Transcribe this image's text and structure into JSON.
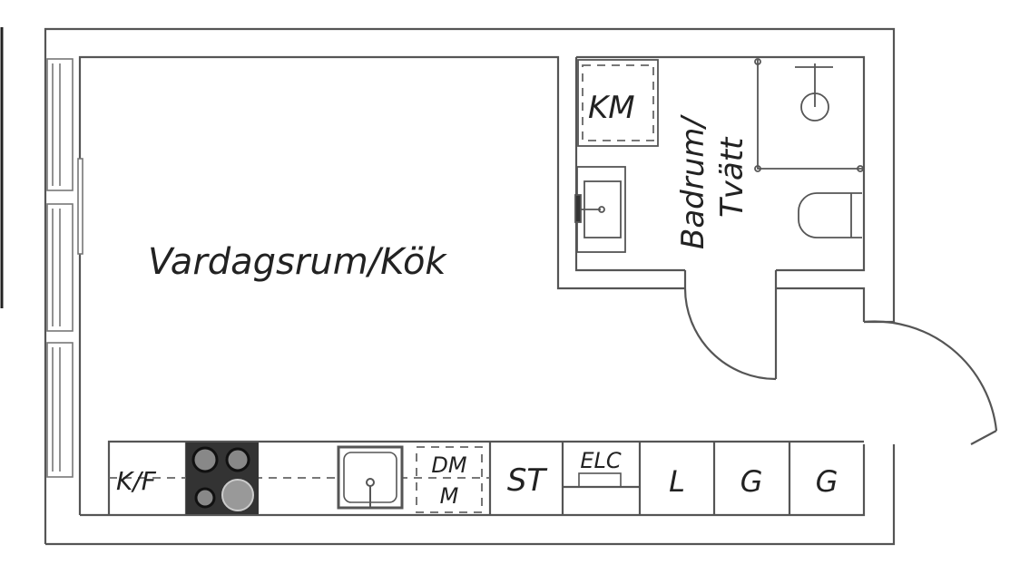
{
  "rooms": {
    "living_kitchen": "Vardagsrum/Kök",
    "bathroom_line1": "Badrum/",
    "bathroom_line2": "Tvätt"
  },
  "fixtures": {
    "washing_machine": "KM",
    "fridge_freezer": "K/F",
    "dishwasher_line1": "DM",
    "dishwasher_line2": "M",
    "storage": "ST",
    "electrical": "ELC",
    "closet_l": "L",
    "closet_g1": "G",
    "closet_g2": "G"
  },
  "colors": {
    "wall": "#555555",
    "stove": "#333333",
    "burner": "#888888"
  }
}
